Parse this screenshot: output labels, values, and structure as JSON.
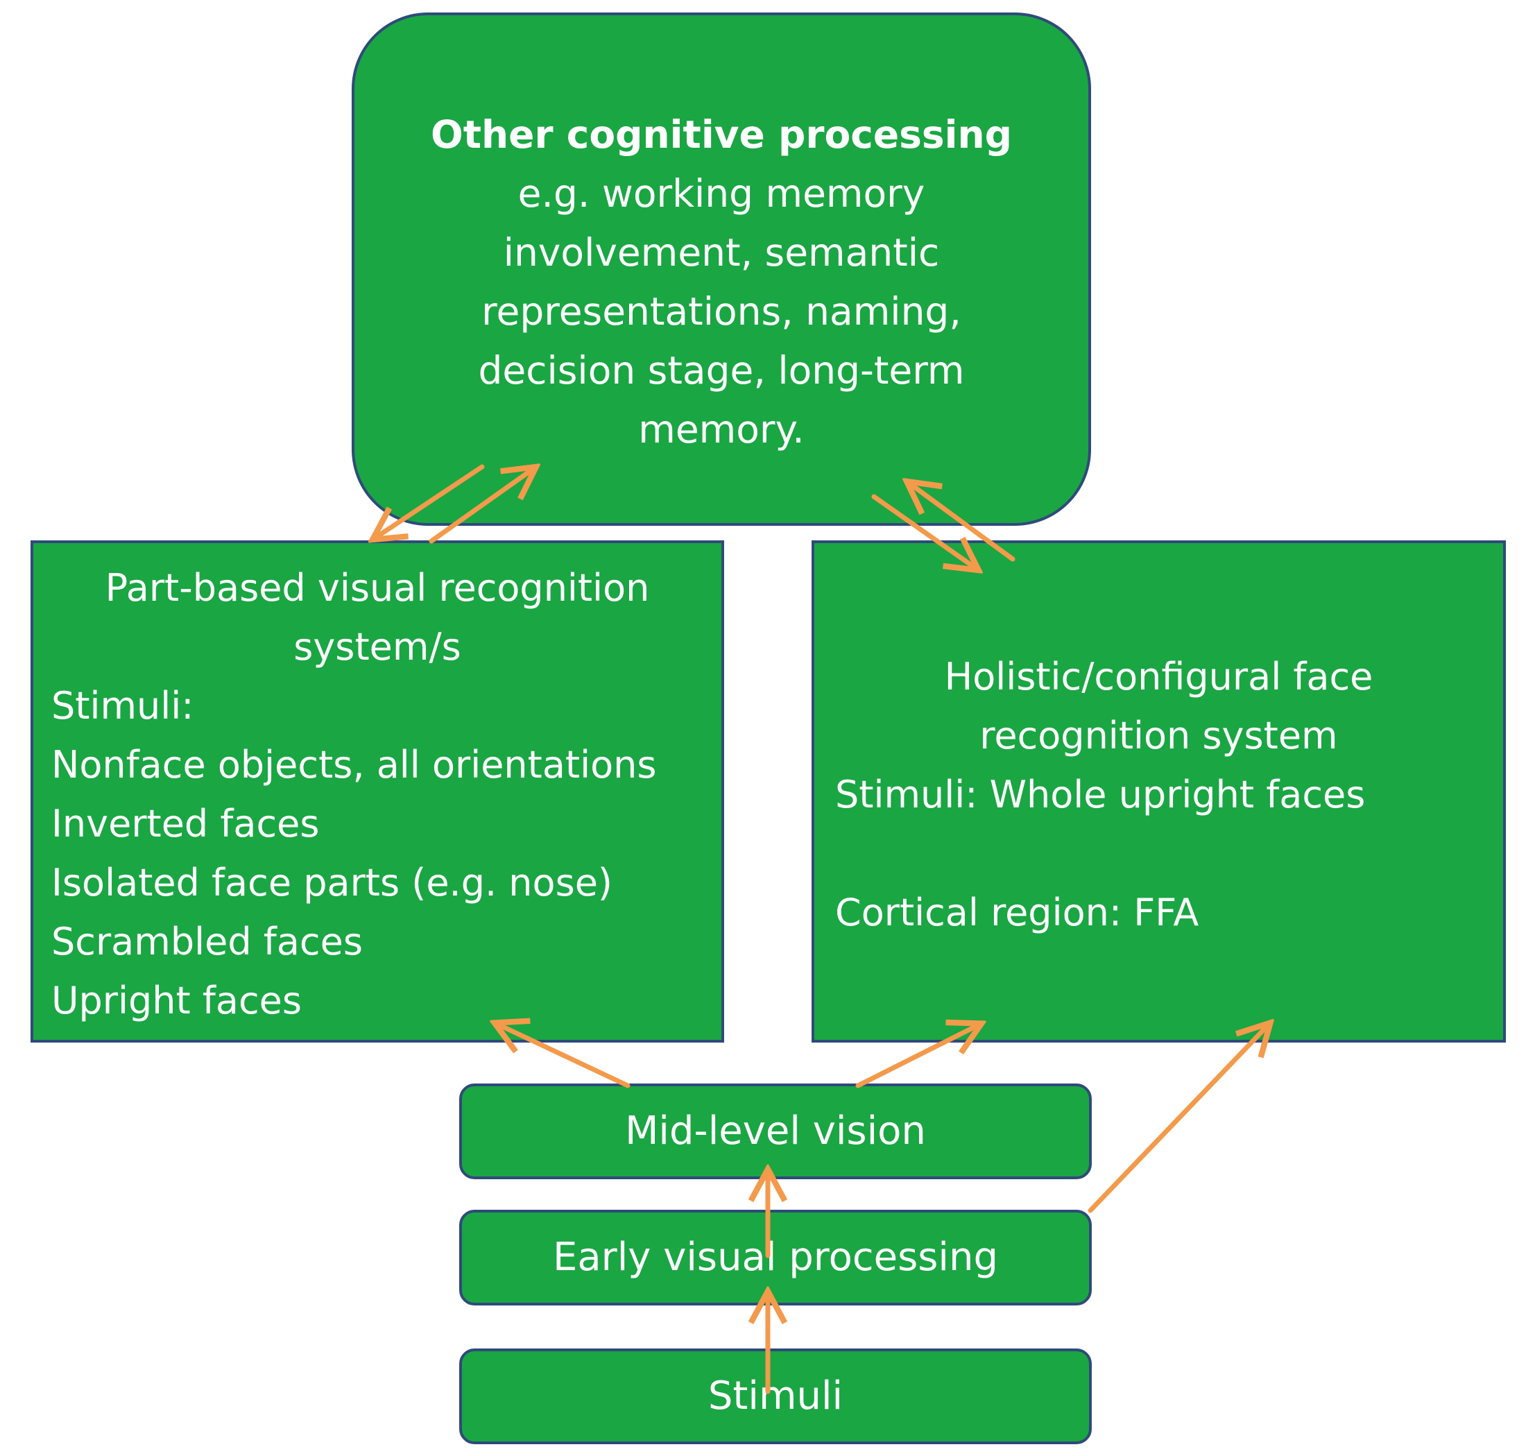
{
  "top_box": {
    "title": "Other cognitive processing",
    "lines": [
      "e.g. working memory",
      "involvement, semantic",
      "representations, naming,",
      "decision stage, long-term",
      "memory."
    ]
  },
  "left_box": {
    "title_lines": [
      "Part-based visual recognition",
      "system/s"
    ],
    "stimuli_label": "Stimuli:",
    "items": [
      "Nonface objects, all orientations",
      "Inverted faces",
      "Isolated face parts (e.g. nose)",
      "Scrambled faces",
      "Upright faces"
    ]
  },
  "right_box": {
    "title_lines": [
      "Holistic/configural face",
      "recognition system"
    ],
    "stimuli_line": "Stimuli: Whole upright faces",
    "cortical_line": "Cortical region: FFA"
  },
  "mid_box": {
    "label": "Mid-level vision"
  },
  "early_box": {
    "label": "Early visual processing"
  },
  "stimuli_box": {
    "label": "Stimuli"
  },
  "colors": {
    "box_fill": "#1aa643",
    "box_border": "#2f4a7a",
    "text": "#ffffff",
    "arrow": "#f39a4b"
  }
}
